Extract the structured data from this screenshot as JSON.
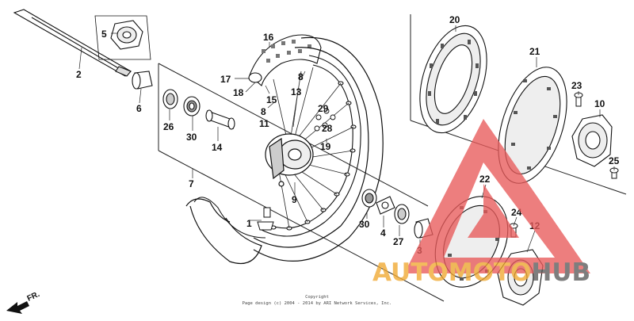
{
  "callouts": [
    {
      "id": "c1",
      "text": "1"
    },
    {
      "id": "c2",
      "text": "2"
    },
    {
      "id": "c3",
      "text": "3"
    },
    {
      "id": "c4",
      "text": "4"
    },
    {
      "id": "c5",
      "text": "5"
    },
    {
      "id": "c6",
      "text": "6"
    },
    {
      "id": "c7",
      "text": "7"
    },
    {
      "id": "c8a",
      "text": "8"
    },
    {
      "id": "c8b",
      "text": "8"
    },
    {
      "id": "c9",
      "text": "9"
    },
    {
      "id": "c10",
      "text": "10"
    },
    {
      "id": "c11",
      "text": "11"
    },
    {
      "id": "c12",
      "text": "12"
    },
    {
      "id": "c13",
      "text": "13"
    },
    {
      "id": "c14",
      "text": "14"
    },
    {
      "id": "c15",
      "text": "15"
    },
    {
      "id": "c16",
      "text": "16"
    },
    {
      "id": "c17",
      "text": "17"
    },
    {
      "id": "c18",
      "text": "18"
    },
    {
      "id": "c19",
      "text": "19"
    },
    {
      "id": "c20",
      "text": "20"
    },
    {
      "id": "c21",
      "text": "21"
    },
    {
      "id": "c22",
      "text": "22"
    },
    {
      "id": "c23",
      "text": "23"
    },
    {
      "id": "c24",
      "text": "24"
    },
    {
      "id": "c25",
      "text": "25"
    },
    {
      "id": "c26",
      "text": "26"
    },
    {
      "id": "c27",
      "text": "27"
    },
    {
      "id": "c28",
      "text": "28"
    },
    {
      "id": "c29",
      "text": "29"
    },
    {
      "id": "c30a",
      "text": "30"
    },
    {
      "id": "c30b",
      "text": "30"
    }
  ],
  "direction_label": "FR.",
  "copyright": {
    "line1": "Copyright",
    "line2": "Page design (c) 2004 - 2014 by ARI Network Services, Inc."
  },
  "watermark": {
    "part1": "AUTO",
    "part2": "MOTO",
    "part3": "HUB",
    "color_primary": "#f0a830",
    "color_dark": "#5a5a5a",
    "color_triangle": "#e85a5a"
  }
}
